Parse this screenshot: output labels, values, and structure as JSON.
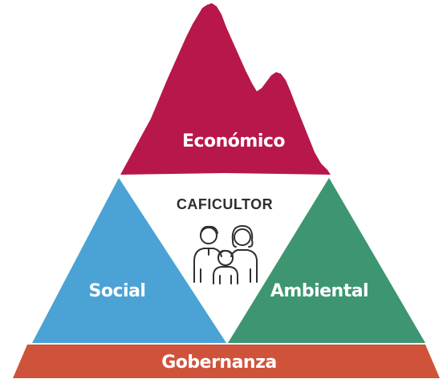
{
  "segments": {
    "economico": {
      "label": "Económico",
      "color": "#b8174a"
    },
    "social": {
      "label": "Social",
      "color": "#4aa3d4"
    },
    "ambiental": {
      "label": "Ambiental",
      "color": "#3d9671"
    },
    "gobernanza": {
      "label": "Gobernanza",
      "color": "#cf533a"
    }
  },
  "center": {
    "label": "CAFICULTOR",
    "icon": "family-icon"
  }
}
